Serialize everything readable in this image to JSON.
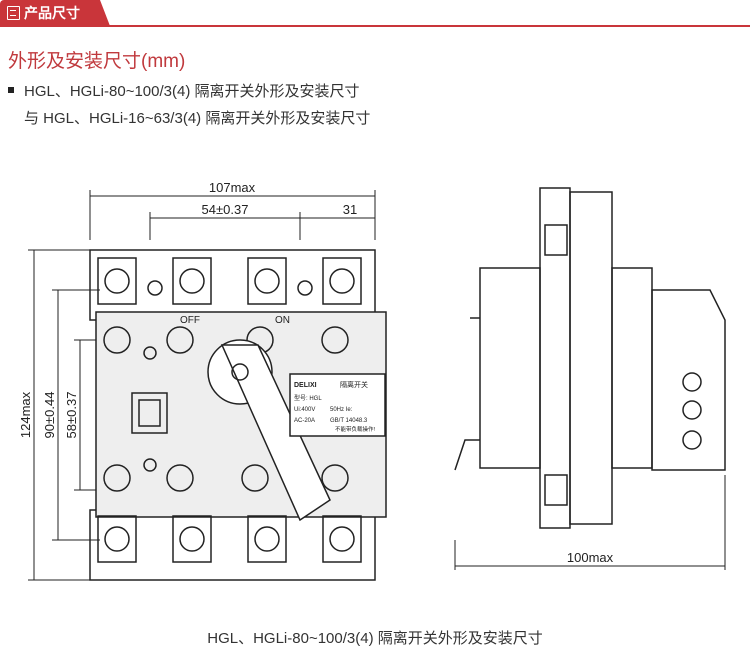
{
  "header": {
    "tab_label": "产品尺寸",
    "tab_icon": "document-icon",
    "accent": "#c9353a"
  },
  "section_title": "外形及安装尺寸(mm)",
  "description": [
    "HGL、HGLi-80~100/3(4) 隔离开关外形及安装尺寸",
    "与 HGL、HGLi-16~63/3(4) 隔离开关外形及安装尺寸"
  ],
  "dimensions": {
    "width_max": "107max",
    "pitch": "54±0.37",
    "edge": "31",
    "height_max": "124max",
    "h90": "90±0.44",
    "h58": "58±0.37",
    "depth_max": "100max"
  },
  "labels": {
    "off": "OFF",
    "on": "ON",
    "brand": "DELIXI",
    "nameplate_title": "隔离开关",
    "model": "型号: HGL",
    "ui": "Ui:400V",
    "freq": "50Hz Ie:",
    "ac": "AC-20A",
    "std": "GB/T 14048.3",
    "warning": "不能带负载操作!"
  },
  "caption": "HGL、HGLi-80~100/3(4) 隔离开关外形及安装尺寸"
}
